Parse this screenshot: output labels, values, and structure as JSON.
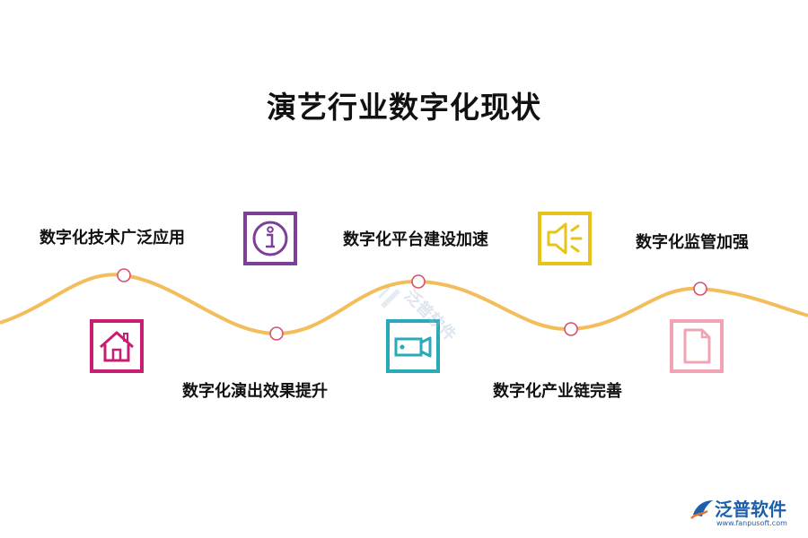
{
  "title": "演艺行业数字化现状",
  "items": [
    {
      "label": "数字化技术广泛应用",
      "icon": "info-icon",
      "color": "#7d3f98"
    },
    {
      "label": "数字化演出效果提升",
      "icon": "home-icon",
      "color": "#c81e71"
    },
    {
      "label": "数字化平台建设加速",
      "icon": "video-camera-icon",
      "color": "#2aaab8"
    },
    {
      "label": "数字化产业链完善",
      "icon": "speaker-icon",
      "color": "#e8c31a"
    },
    {
      "label": "数字化监管加强",
      "icon": "document-icon",
      "color": "#f0a3b3"
    }
  ],
  "wave_color": "#f2bd5a",
  "node_color": "#d94f6e",
  "brand": {
    "name": "泛普软件",
    "url": "www.fanpusoft.com",
    "color": "#1f5fa8"
  },
  "watermark_text": "泛普软件"
}
